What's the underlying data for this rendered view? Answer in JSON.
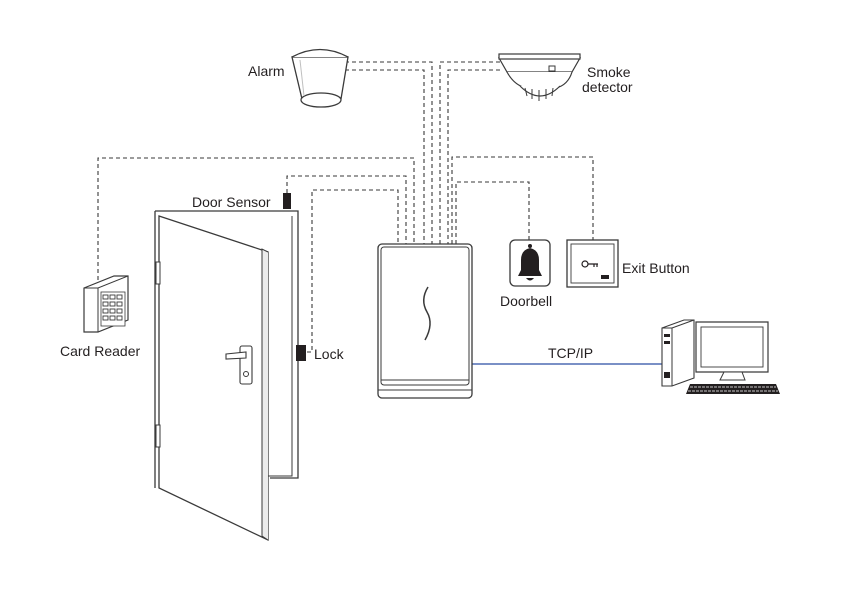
{
  "labels": {
    "alarm": "Alarm",
    "smoke_line1": "Smoke",
    "smoke_line2": "detector",
    "door_sensor": "Door Sensor",
    "card_reader": "Card Reader",
    "lock": "Lock",
    "doorbell": "Doorbell",
    "exit_button": "Exit Button",
    "tcp_ip": "TCP/IP"
  },
  "icons": {
    "alarm": "alarm-siren-icon",
    "smoke_detector": "smoke-detector-icon",
    "door": "door-icon",
    "door_sensor": "door-sensor-icon",
    "lock": "lock-icon",
    "card_reader": "card-reader-keypad-icon",
    "access_device": "access-control-terminal-icon",
    "doorbell": "doorbell-icon",
    "exit_button": "exit-button-icon",
    "computer": "desktop-computer-icon"
  },
  "colors": {
    "line": "#3a3a3a",
    "network_line": "#2b4ea3",
    "text": "#231f20",
    "device_fill": "#ffffff",
    "shade": "#e6e6e6"
  }
}
